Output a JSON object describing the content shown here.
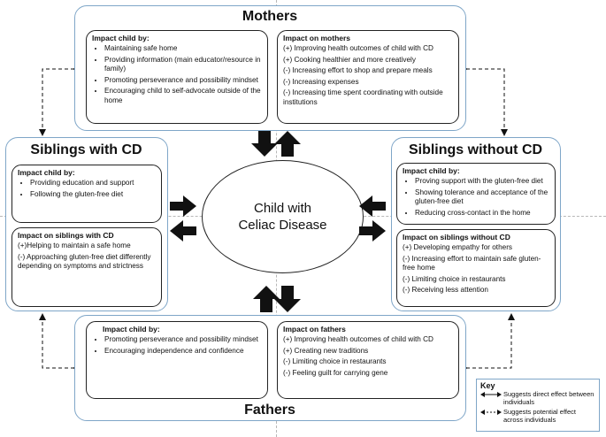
{
  "center": {
    "line1": "Child with",
    "line2": "Celiac Disease"
  },
  "mothers": {
    "title": "Mothers",
    "impact_child": {
      "heading": "Impact child by:",
      "items": [
        "Maintaining safe home",
        "Providing information (main educator/resource in family)",
        "Promoting perseverance and possibility mindset",
        "Encouraging child to self-advocate outside of the home"
      ]
    },
    "impact_self": {
      "heading": "Impact on mothers",
      "items": [
        "(+) Improving health outcomes of child with CD",
        "(+) Cooking healthier and more creatively",
        "(-) Increasing effort to shop and prepare meals",
        "(-) Increasing expenses",
        "(-) Increasing time spent coordinating with outside institutions"
      ]
    }
  },
  "siblings_with": {
    "title": "Siblings with CD",
    "impact_child": {
      "heading": "Impact child by:",
      "items": [
        "Providing education and support",
        "Following the gluten-free diet"
      ]
    },
    "impact_self": {
      "heading": "Impact on siblings with CD",
      "items": [
        "(+)Helping to maintain a safe home",
        "(-) Approaching gluten-free diet differently depending on symptoms and strictness"
      ]
    }
  },
  "siblings_without": {
    "title": "Siblings without CD",
    "impact_child": {
      "heading": "Impact child by:",
      "items": [
        "Proving support with the gluten-free diet",
        "Showing tolerance and acceptance of the gluten-free diet",
        "Reducing cross-contact in the home"
      ]
    },
    "impact_self": {
      "heading": "Impact on siblings without CD",
      "items": [
        "(+) Developing empathy for others",
        "(-) Increasing effort to maintain safe gluten-free home",
        "(-) Limiting choice in restaurants",
        "(-) Receiving less attention"
      ]
    }
  },
  "fathers": {
    "title": "Fathers",
    "impact_child": {
      "heading": "Impact child by:",
      "items": [
        "Promoting perseverance and possibility mindset",
        "Encouraging independence and confidence"
      ]
    },
    "impact_self": {
      "heading": "Impact on fathers",
      "items": [
        "(+) Improving health outcomes of child with CD",
        "(+) Creating new traditions",
        "(-) Limiting choice in restaurants",
        "(-) Feeling guilt for carrying gene"
      ]
    }
  },
  "key": {
    "title": "Key",
    "direct": "Suggests direct effect between individuals",
    "potential": "Suggests potential effect across individuals"
  },
  "colors": {
    "group_border": "#7fa6c8",
    "arrow_fill": "#111111",
    "guide": "#b8b8b8"
  }
}
